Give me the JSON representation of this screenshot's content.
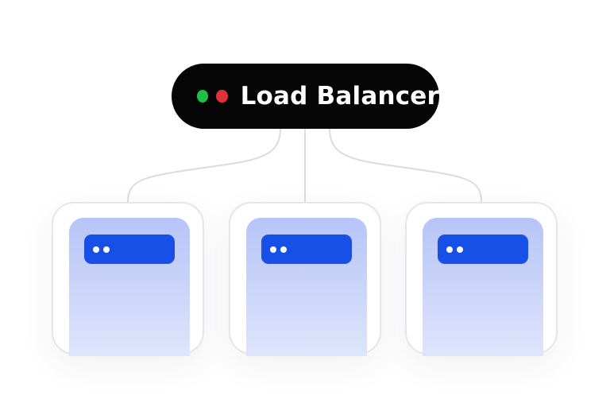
{
  "load_balancer": {
    "label": "Load Balancer",
    "status_colors": [
      "#1fbf45",
      "#e0303b"
    ]
  },
  "servers": [
    {
      "id": "server-1",
      "indicator_count": 2
    },
    {
      "id": "server-2",
      "indicator_count": 2
    },
    {
      "id": "server-3",
      "indicator_count": 2
    }
  ],
  "colors": {
    "pill_background": "#050505",
    "server_bar": "#1750e6",
    "server_gradient_top": "#b7c4f7",
    "server_gradient_bottom": "#dee5fb",
    "connector": "#dcdcdf"
  }
}
